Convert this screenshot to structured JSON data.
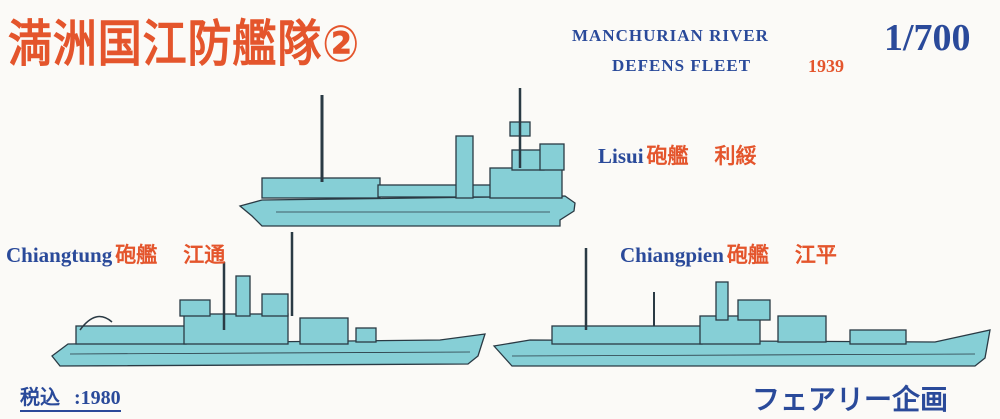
{
  "header": {
    "title_jp": "満洲国江防艦隊②",
    "title_en_line1": "MANCHURIAN RIVER",
    "title_en_line2": "DEFENS FLEET",
    "year": "1939",
    "scale": "1/700"
  },
  "ships": [
    {
      "name_en": "Lisui",
      "type_jp": "砲艦",
      "name_jp": "利綏"
    },
    {
      "name_en": "Chiangtung",
      "type_jp": "砲艦",
      "name_jp": "江通"
    },
    {
      "name_en": "Chiangpien",
      "type_jp": "砲艦",
      "name_jp": "江平"
    }
  ],
  "footer": {
    "price_label": "税込",
    "price_value": ":1980",
    "maker": "フェアリー企画"
  },
  "colors": {
    "hull": "#86cfd6",
    "outline": "#2a3a44",
    "title_red": "#e4552c",
    "text_blue": "#2a4a9a"
  }
}
